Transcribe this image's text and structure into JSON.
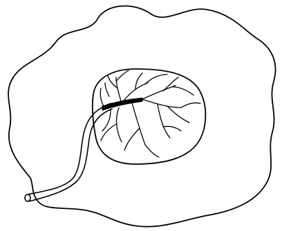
{
  "diagram": {
    "type": "line-drawing",
    "background": "#ffffff",
    "ink_color": "#000000",
    "parts": [
      "outer-blob",
      "inner-oval",
      "tube",
      "branching-veins"
    ]
  }
}
